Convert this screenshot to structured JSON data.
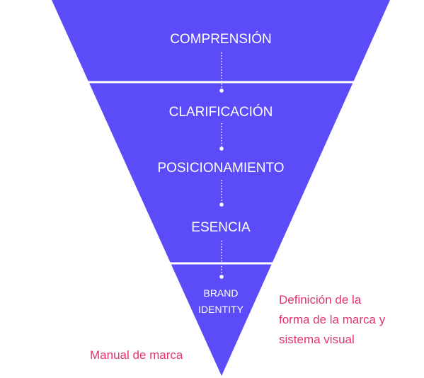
{
  "colors": {
    "funnel": "#5c4bf8",
    "divider": "#ffffff",
    "label": "#ffffff",
    "annotation": "#e0356d"
  },
  "stages": {
    "comprehension": "COMPRENSIÓN",
    "clarification": "CLARIFICACIÓN",
    "positioning": "POSICIONAMIENTO",
    "essence": "ESENCIA",
    "brand_identity_line1": "BRAND",
    "brand_identity_line2": "IDENTITY"
  },
  "annotations": {
    "right_note_line1": "Definición de la",
    "right_note_line2": "forma de la marca y",
    "right_note_line3": "sistema visual",
    "left_note": "Manual de marca"
  }
}
